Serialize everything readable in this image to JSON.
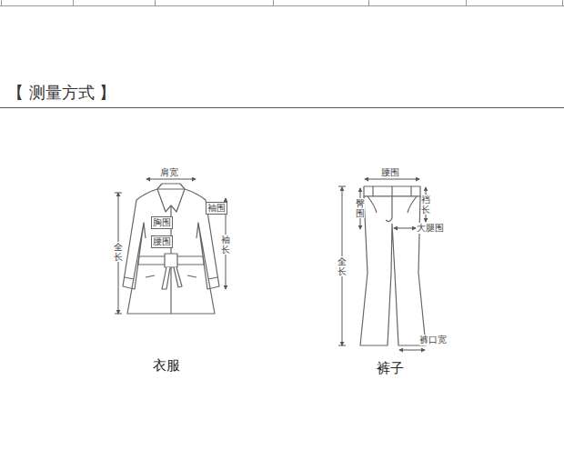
{
  "diagram": {
    "title": "【 测量方式 】",
    "labels": [
      "肩宽",
      "胸围",
      "腰围",
      "袖围",
      "袖长",
      "全长",
      "衣服",
      "腰围",
      "臀围",
      "裆长",
      "大腿围",
      "全长",
      "裤口宽",
      "裤子"
    ]
  }
}
